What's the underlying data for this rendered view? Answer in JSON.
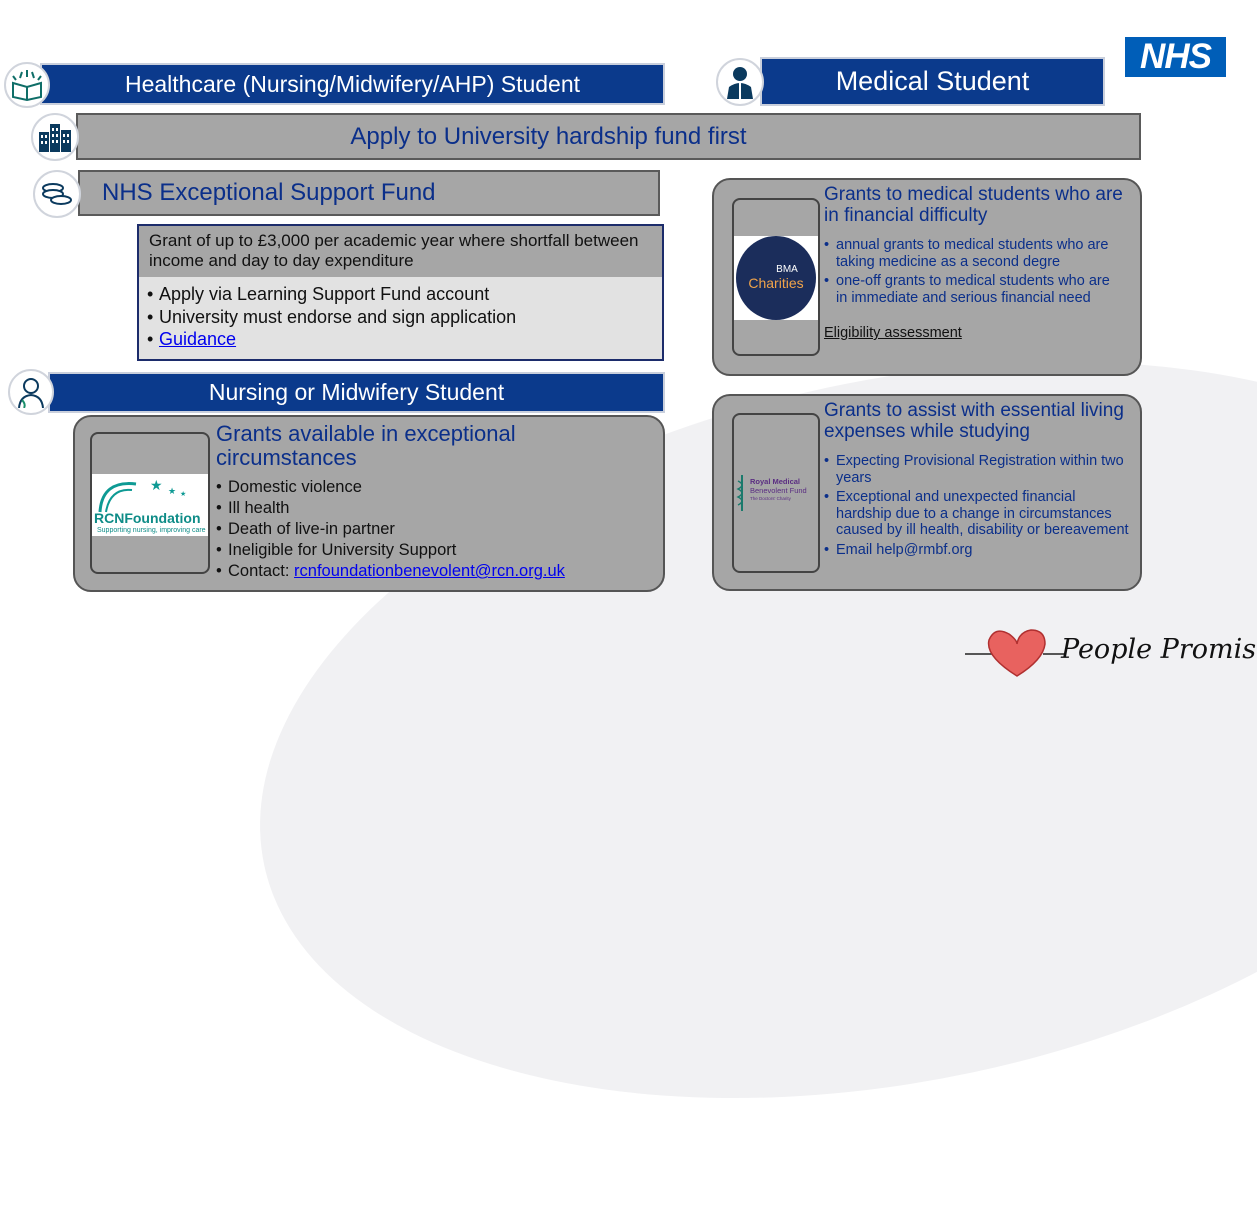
{
  "nhs_logo": "NHS",
  "healthcare": {
    "title": "Healthcare (Nursing/Midwifery/AHP) Student",
    "icon": "open-book-icon"
  },
  "medical": {
    "title": "Medical Student",
    "icon": "doctor-icon"
  },
  "university": {
    "title": "Apply to University hardship fund first",
    "icon": "building-icon"
  },
  "nhs_fund": {
    "title": "NHS Exceptional Support Fund",
    "icon": "coins-icon",
    "description": "Grant of up to £3,000 per academic year where shortfall between income and day to day expenditure",
    "items": [
      "Apply via Learning Support Fund account",
      "University must endorse and sign application"
    ],
    "link": "Guidance"
  },
  "nursing": {
    "title": "Nursing or Midwifery Student",
    "icon": "nurse-icon",
    "card_title": "Grants available in exceptional circumstances",
    "items": [
      "Domestic violence",
      "Ill health",
      "Death of live-in partner",
      "Ineligible for University Support"
    ],
    "contact_label": "Contact: ",
    "contact_email": "rcnfoundationbenevolent@rcn.org.uk",
    "logo_name": "RCNFoundation",
    "logo_tagline": "Supporting nursing, improving care"
  },
  "bma": {
    "card_title": "Grants to medical students who are in financial difficulty",
    "items": [
      "annual grants to medical students who are taking medicine as a second degre",
      "one-off grants to medical students who are in immediate and serious financial need"
    ],
    "link": "Eligibility assessment",
    "logo_line1": "BMA",
    "logo_line2": "Charities"
  },
  "rmbf": {
    "card_title": "Grants to assist with essential living expenses while studying",
    "items": [
      "Expecting Provisional Registration within two years",
      "Exceptional and unexpected financial hardship due to a change in circumstances caused by ill health, disability or bereavement",
      "Email help@rmbf.org"
    ],
    "logo_line1": "Royal Medical",
    "logo_line2": "Benevolent Fund",
    "logo_line3": "The Doctors' Charity"
  },
  "people_promise": "People Promise",
  "colors": {
    "nhs_blue": "#005eb8",
    "banner_blue": "#0b3a8c",
    "grey": "#a6a6a6",
    "heart": "#e8625f"
  }
}
